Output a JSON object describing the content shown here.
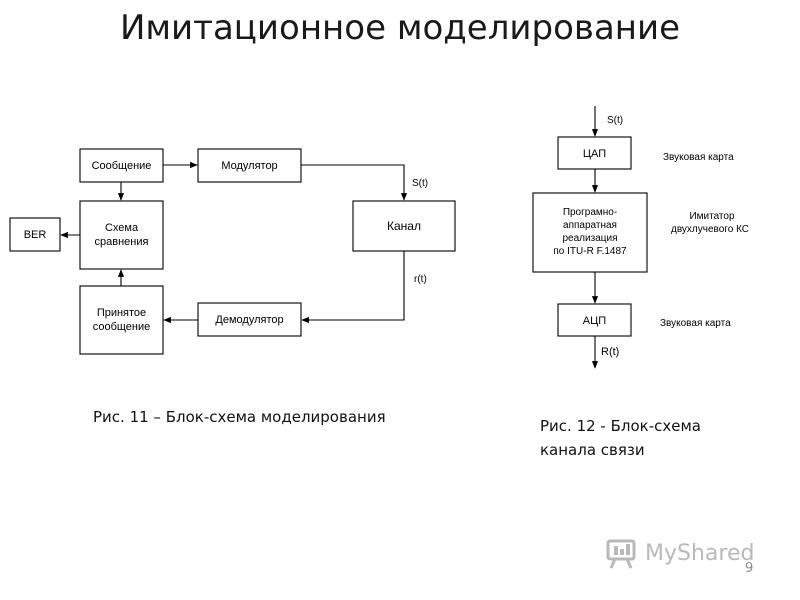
{
  "slide": {
    "title": "Имитационное моделирование",
    "page_number": "9"
  },
  "fig11": {
    "caption": "Рис. 11 – Блок-схема моделирования",
    "blocks": {
      "message": "Сообщение",
      "modulator": "Модулятор",
      "comparison": [
        "Схема",
        "сравнения"
      ],
      "ber": "BER",
      "channel": "Канал",
      "received": [
        "Принятое",
        "сообщение"
      ],
      "demodulator": "Демодулятор"
    },
    "signals": {
      "s": "S(t)",
      "r": "r(t)"
    }
  },
  "fig12": {
    "caption": "Рис. 12 - Блок-схема канала связи",
    "blocks": {
      "dac": "ЦАП",
      "impl": [
        "Програмно-",
        "аппаратная",
        "реализация",
        "по  ITU-R F.1487"
      ],
      "adc": "АЦП"
    },
    "labels": {
      "sound_card_top": "Звуковая карта",
      "simulator": [
        "Имитатор",
        "двухлучевого КС"
      ],
      "sound_card_bottom": "Звуковая карта"
    },
    "signals": {
      "s_in": "S(t)",
      "r_out": "R(t)"
    }
  },
  "watermark": {
    "text": "MyShared",
    "icon": "myshared-logo-icon"
  }
}
